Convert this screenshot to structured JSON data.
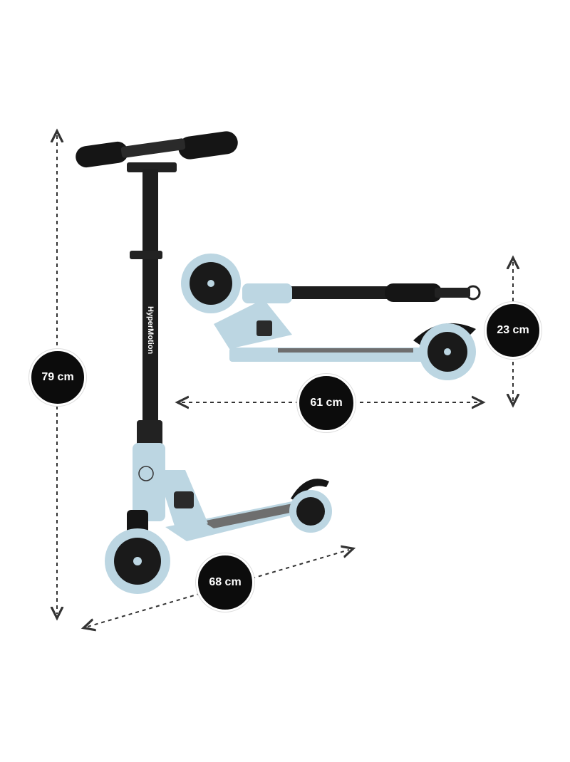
{
  "product": {
    "brand_text": "HyperMotion",
    "deck_color": "#bcd6e2",
    "frame_color": "#1a1a1a"
  },
  "dimensions": {
    "height_label": "79 cm",
    "folded_length_label": "61 cm",
    "folded_height_label": "23 cm",
    "length_label": "68 cm"
  },
  "colors": {
    "badge_bg": "#0c0c0c",
    "badge_text": "#ffffff",
    "dash_line": "#333333"
  }
}
